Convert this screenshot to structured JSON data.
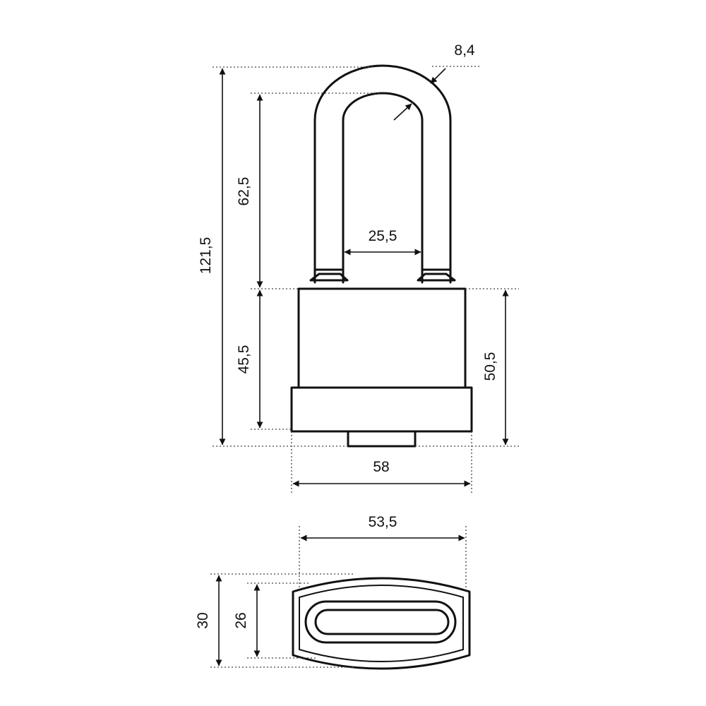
{
  "dimensions": {
    "shackle_wire": "8,4",
    "shackle_inner_width": "25,5",
    "total_height": "121,5",
    "shackle_clearance": "62,5",
    "body_height": "45,5",
    "body_height_with_cylinder": "50,5",
    "body_width": "58",
    "top_width": "53,5",
    "depth_outer": "30",
    "depth_inner": "26"
  },
  "colors": {
    "line": "#111111",
    "background": "#ffffff"
  }
}
